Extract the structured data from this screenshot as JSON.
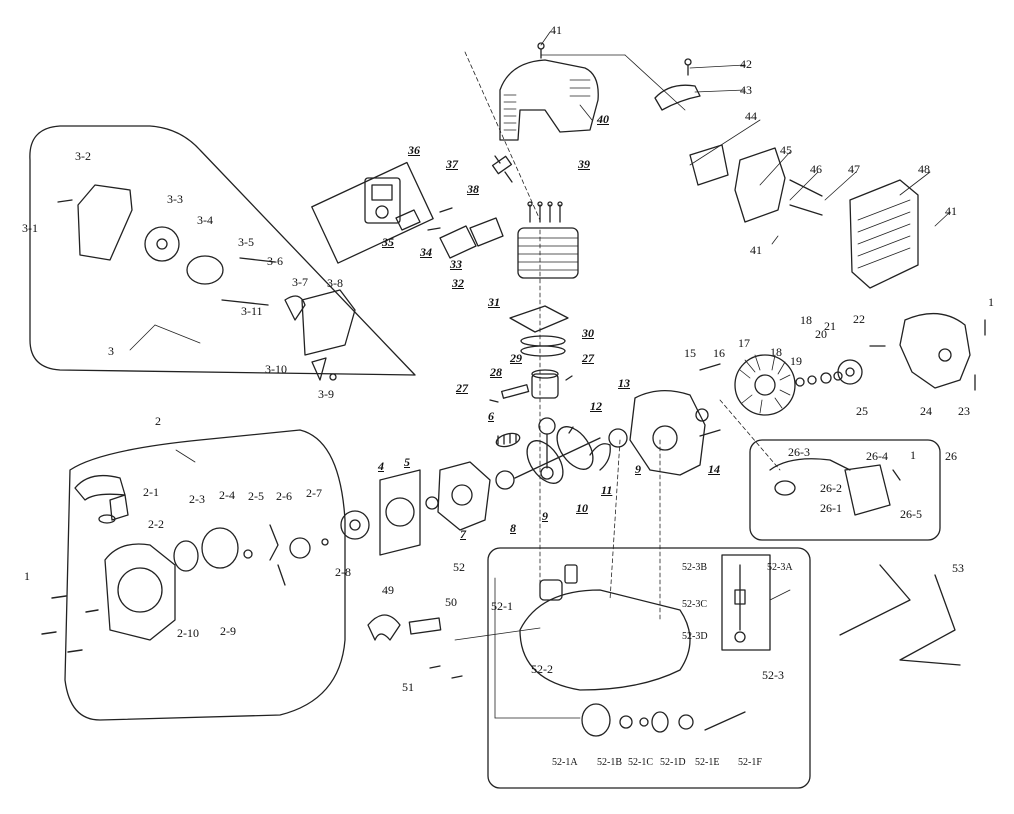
{
  "diagram": {
    "labels": [
      {
        "id": "41a",
        "text": "41"
      },
      {
        "id": "42",
        "text": "42"
      },
      {
        "id": "43",
        "text": "43"
      },
      {
        "id": "40",
        "text": "40"
      },
      {
        "id": "44",
        "text": "44"
      },
      {
        "id": "45",
        "text": "45"
      },
      {
        "id": "46",
        "text": "46"
      },
      {
        "id": "47",
        "text": "47"
      },
      {
        "id": "48",
        "text": "48"
      },
      {
        "id": "41b",
        "text": "41"
      },
      {
        "id": "41c",
        "text": "41"
      },
      {
        "id": "36",
        "text": "36"
      },
      {
        "id": "37",
        "text": "37"
      },
      {
        "id": "38",
        "text": "38"
      },
      {
        "id": "39",
        "text": "39"
      },
      {
        "id": "35",
        "text": "35"
      },
      {
        "id": "34",
        "text": "34"
      },
      {
        "id": "33",
        "text": "33"
      },
      {
        "id": "32",
        "text": "32"
      },
      {
        "id": "31",
        "text": "31"
      },
      {
        "id": "30",
        "text": "30"
      },
      {
        "id": "29",
        "text": "29"
      },
      {
        "id": "28",
        "text": "28"
      },
      {
        "id": "27a",
        "text": "27"
      },
      {
        "id": "27b",
        "text": "27"
      },
      {
        "id": "3-1",
        "text": "3-1"
      },
      {
        "id": "3-2",
        "text": "3-2"
      },
      {
        "id": "3-3",
        "text": "3-3"
      },
      {
        "id": "3-4",
        "text": "3-4"
      },
      {
        "id": "3-5",
        "text": "3-5"
      },
      {
        "id": "3-6",
        "text": "3-6"
      },
      {
        "id": "3-7",
        "text": "3-7"
      },
      {
        "id": "3-8",
        "text": "3-8"
      },
      {
        "id": "3-11",
        "text": "3-11"
      },
      {
        "id": "3-10",
        "text": "3-10"
      },
      {
        "id": "3-9",
        "text": "3-9"
      },
      {
        "id": "3",
        "text": "3"
      },
      {
        "id": "1a",
        "text": "1"
      },
      {
        "id": "1b",
        "text": "1"
      },
      {
        "id": "1c",
        "text": "1"
      },
      {
        "id": "17",
        "text": "17"
      },
      {
        "id": "18a",
        "text": "18"
      },
      {
        "id": "18b",
        "text": "18"
      },
      {
        "id": "19",
        "text": "19"
      },
      {
        "id": "20",
        "text": "20"
      },
      {
        "id": "21",
        "text": "21"
      },
      {
        "id": "22",
        "text": "22"
      },
      {
        "id": "23",
        "text": "23"
      },
      {
        "id": "24",
        "text": "24"
      },
      {
        "id": "25",
        "text": "25"
      },
      {
        "id": "15",
        "text": "15"
      },
      {
        "id": "16",
        "text": "16"
      },
      {
        "id": "13",
        "text": "13"
      },
      {
        "id": "12",
        "text": "12"
      },
      {
        "id": "11",
        "text": "11"
      },
      {
        "id": "14",
        "text": "14"
      },
      {
        "id": "9a",
        "text": "9"
      },
      {
        "id": "9b",
        "text": "9"
      },
      {
        "id": "10",
        "text": "10"
      },
      {
        "id": "6",
        "text": "6"
      },
      {
        "id": "8",
        "text": "8"
      },
      {
        "id": "7",
        "text": "7"
      },
      {
        "id": "5",
        "text": "5"
      },
      {
        "id": "4",
        "text": "4"
      },
      {
        "id": "2",
        "text": "2"
      },
      {
        "id": "2-1",
        "text": "2-1"
      },
      {
        "id": "2-2",
        "text": "2-2"
      },
      {
        "id": "2-3",
        "text": "2-3"
      },
      {
        "id": "2-4",
        "text": "2-4"
      },
      {
        "id": "2-5",
        "text": "2-5"
      },
      {
        "id": "2-6",
        "text": "2-6"
      },
      {
        "id": "2-7",
        "text": "2-7"
      },
      {
        "id": "2-8",
        "text": "2-8"
      },
      {
        "id": "2-9",
        "text": "2-9"
      },
      {
        "id": "2-10",
        "text": "2-10"
      },
      {
        "id": "26",
        "text": "26"
      },
      {
        "id": "26-1",
        "text": "26-1"
      },
      {
        "id": "26-2",
        "text": "26-2"
      },
      {
        "id": "26-3",
        "text": "26-3"
      },
      {
        "id": "26-4",
        "text": "26-4"
      },
      {
        "id": "26-5",
        "text": "26-5"
      },
      {
        "id": "49",
        "text": "49"
      },
      {
        "id": "50",
        "text": "50"
      },
      {
        "id": "51",
        "text": "51"
      },
      {
        "id": "52",
        "text": "52"
      },
      {
        "id": "52-1",
        "text": "52-1"
      },
      {
        "id": "52-2",
        "text": "52-2"
      },
      {
        "id": "52-3",
        "text": "52-3"
      },
      {
        "id": "52-3A",
        "text": "52-3A"
      },
      {
        "id": "52-3B",
        "text": "52-3B"
      },
      {
        "id": "52-3C",
        "text": "52-3C"
      },
      {
        "id": "52-3D",
        "text": "52-3D"
      },
      {
        "id": "52-1A",
        "text": "52-1A"
      },
      {
        "id": "52-1B",
        "text": "52-1B"
      },
      {
        "id": "52-1C",
        "text": "52-1C"
      },
      {
        "id": "52-1D",
        "text": "52-1D"
      },
      {
        "id": "52-1E",
        "text": "52-1E"
      },
      {
        "id": "52-1F",
        "text": "52-1F"
      },
      {
        "id": "53",
        "text": "53"
      }
    ]
  }
}
